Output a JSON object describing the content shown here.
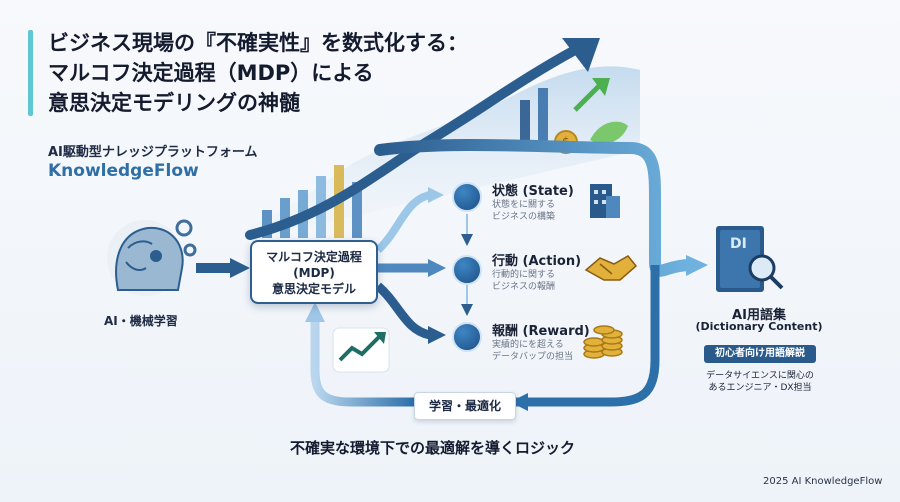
{
  "title": {
    "line1": "ビジネス現場の『不確実性』を数式化する：",
    "line2": "マルコフ決定過程（MDP）による",
    "line3": "意思決定モデリングの神髄"
  },
  "platform": "AI駆動型ナレッジプラットフォーム",
  "brand": "KnowledgeFlow",
  "ai_label": "AI・機械学習",
  "mdp": {
    "line1": "マルコフ決定過程",
    "line2": "(MDP)",
    "line3": "意思決定モデル"
  },
  "nodes": [
    {
      "title": "状態 (State)",
      "desc1": "状態をに關する",
      "desc2": "ビジネスの構築"
    },
    {
      "title": "行動 (Action)",
      "desc1": "行動的に関する",
      "desc2": "ビジネスの報酬"
    },
    {
      "title": "報酬 (Reward)",
      "desc1": "実績的にを超える",
      "desc2": "データバップの担当"
    }
  ],
  "dictionary": {
    "book_label": "DI",
    "title": "AI用語集",
    "subtitle": "(Dictionary Content)",
    "badge": "初心者向け用語解説",
    "note1": "データサイエンスに関心の",
    "note2": "あるエンジニア・DX担当"
  },
  "loop_label": "学習・最適化",
  "caption": "不確実な環境下での最適解を導くロジック",
  "footer": "2025 AI KnowledgeFlow",
  "colors": {
    "accent": "#5fc6d4",
    "primary": "#2e5f8f",
    "brand": "#2f6fa6",
    "flow": "#5d9fcf",
    "growth": "#4caf50",
    "coin": "#e2b13c"
  }
}
